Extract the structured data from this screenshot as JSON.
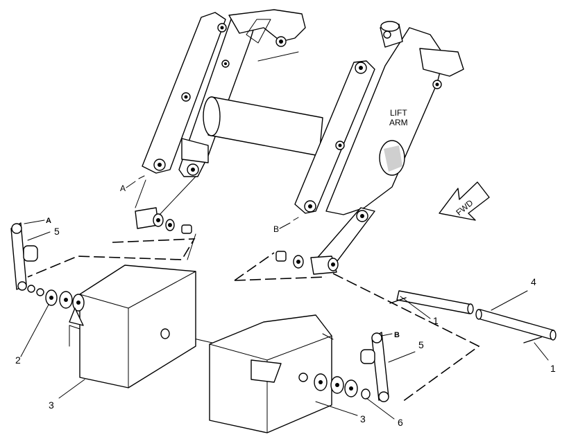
{
  "labels": {
    "lift_arm_line1": "LIFT",
    "lift_arm_line2": "ARM",
    "fwd": "FWD",
    "ref_a": "A",
    "ref_b": "B"
  },
  "callouts": {
    "pin_right_upper": "1",
    "pin_right_lower": "1",
    "spacer_left": "2",
    "weight_left": "3",
    "weight_right": "3",
    "pin_long": "4",
    "link_left": "5",
    "link_right": "5",
    "washer_right": "6"
  }
}
